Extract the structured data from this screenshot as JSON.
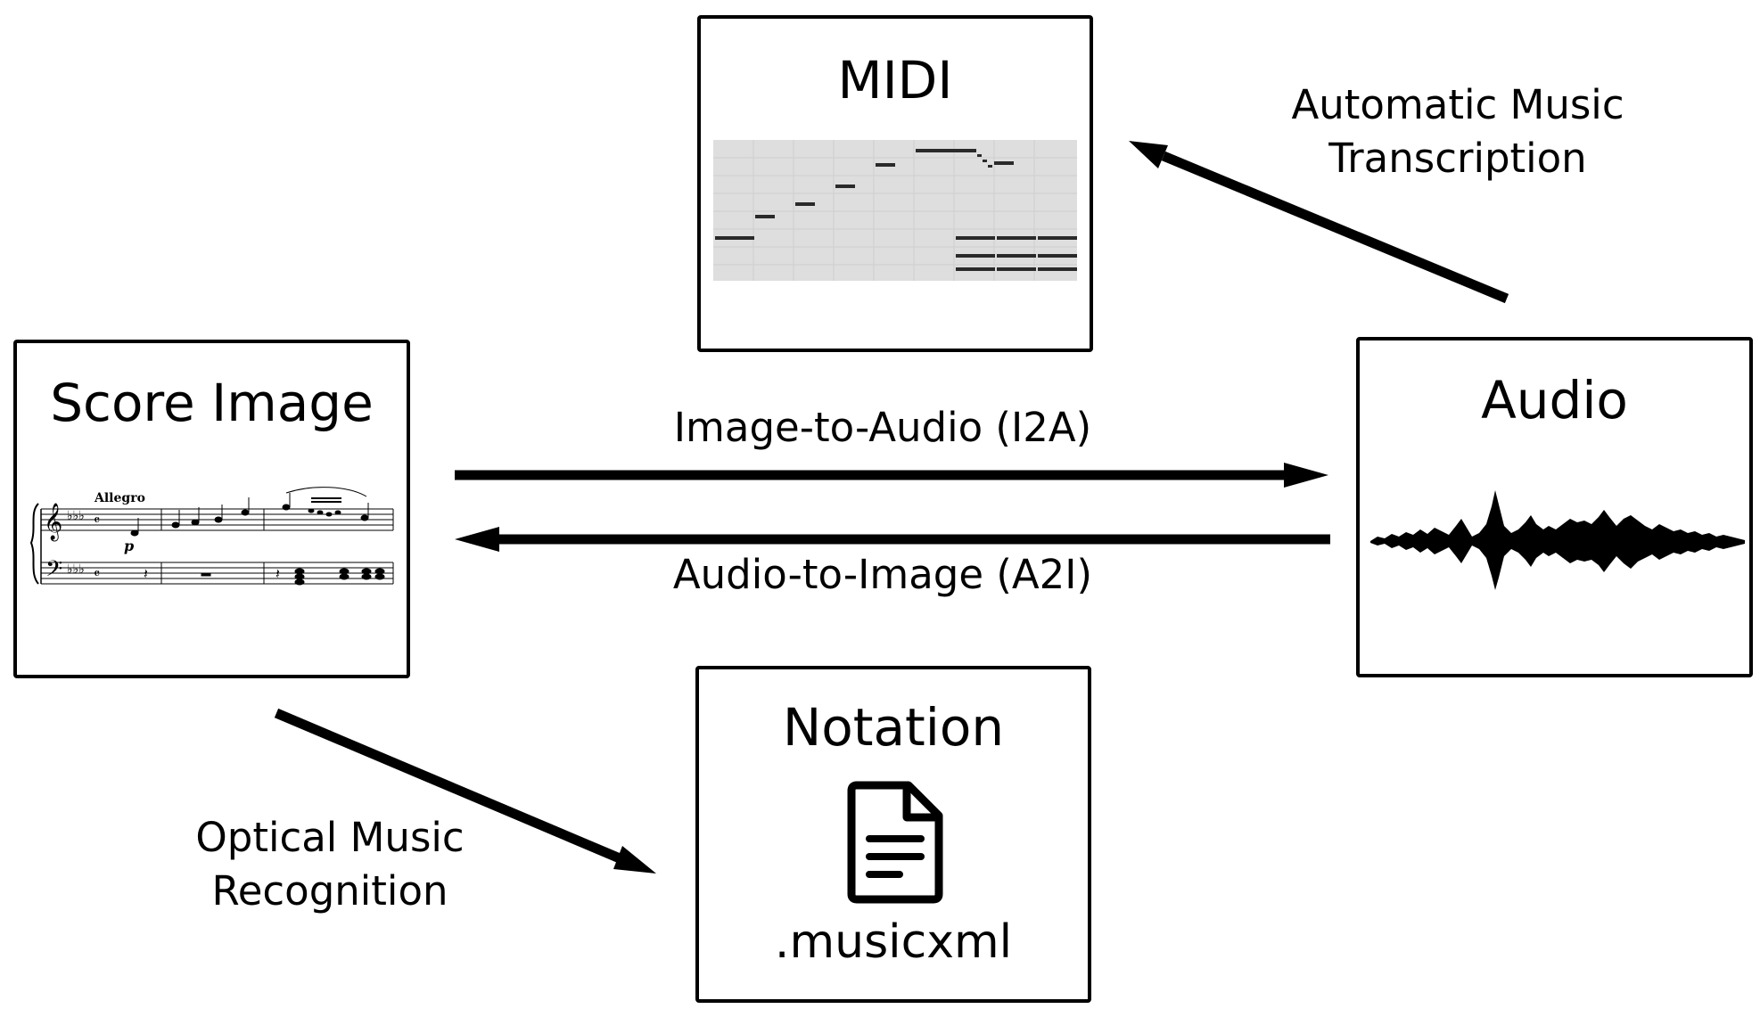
{
  "nodes": {
    "midi": {
      "title": "MIDI"
    },
    "score": {
      "title": "Score Image",
      "tempo_mark": "Allegro",
      "dynamic": "p"
    },
    "audio": {
      "title": "Audio"
    },
    "notation": {
      "title": "Notation",
      "extension": ".musicxml",
      "icon": "document-icon"
    }
  },
  "edges": {
    "amt": {
      "line1": "Automatic Music",
      "line2": "Transcription"
    },
    "i2a": {
      "label": "Image-to-Audio (I2A)"
    },
    "a2i": {
      "label": "Audio-to-Image (A2I)"
    },
    "omr": {
      "line1": "Optical Music",
      "line2": "Recognition"
    }
  }
}
